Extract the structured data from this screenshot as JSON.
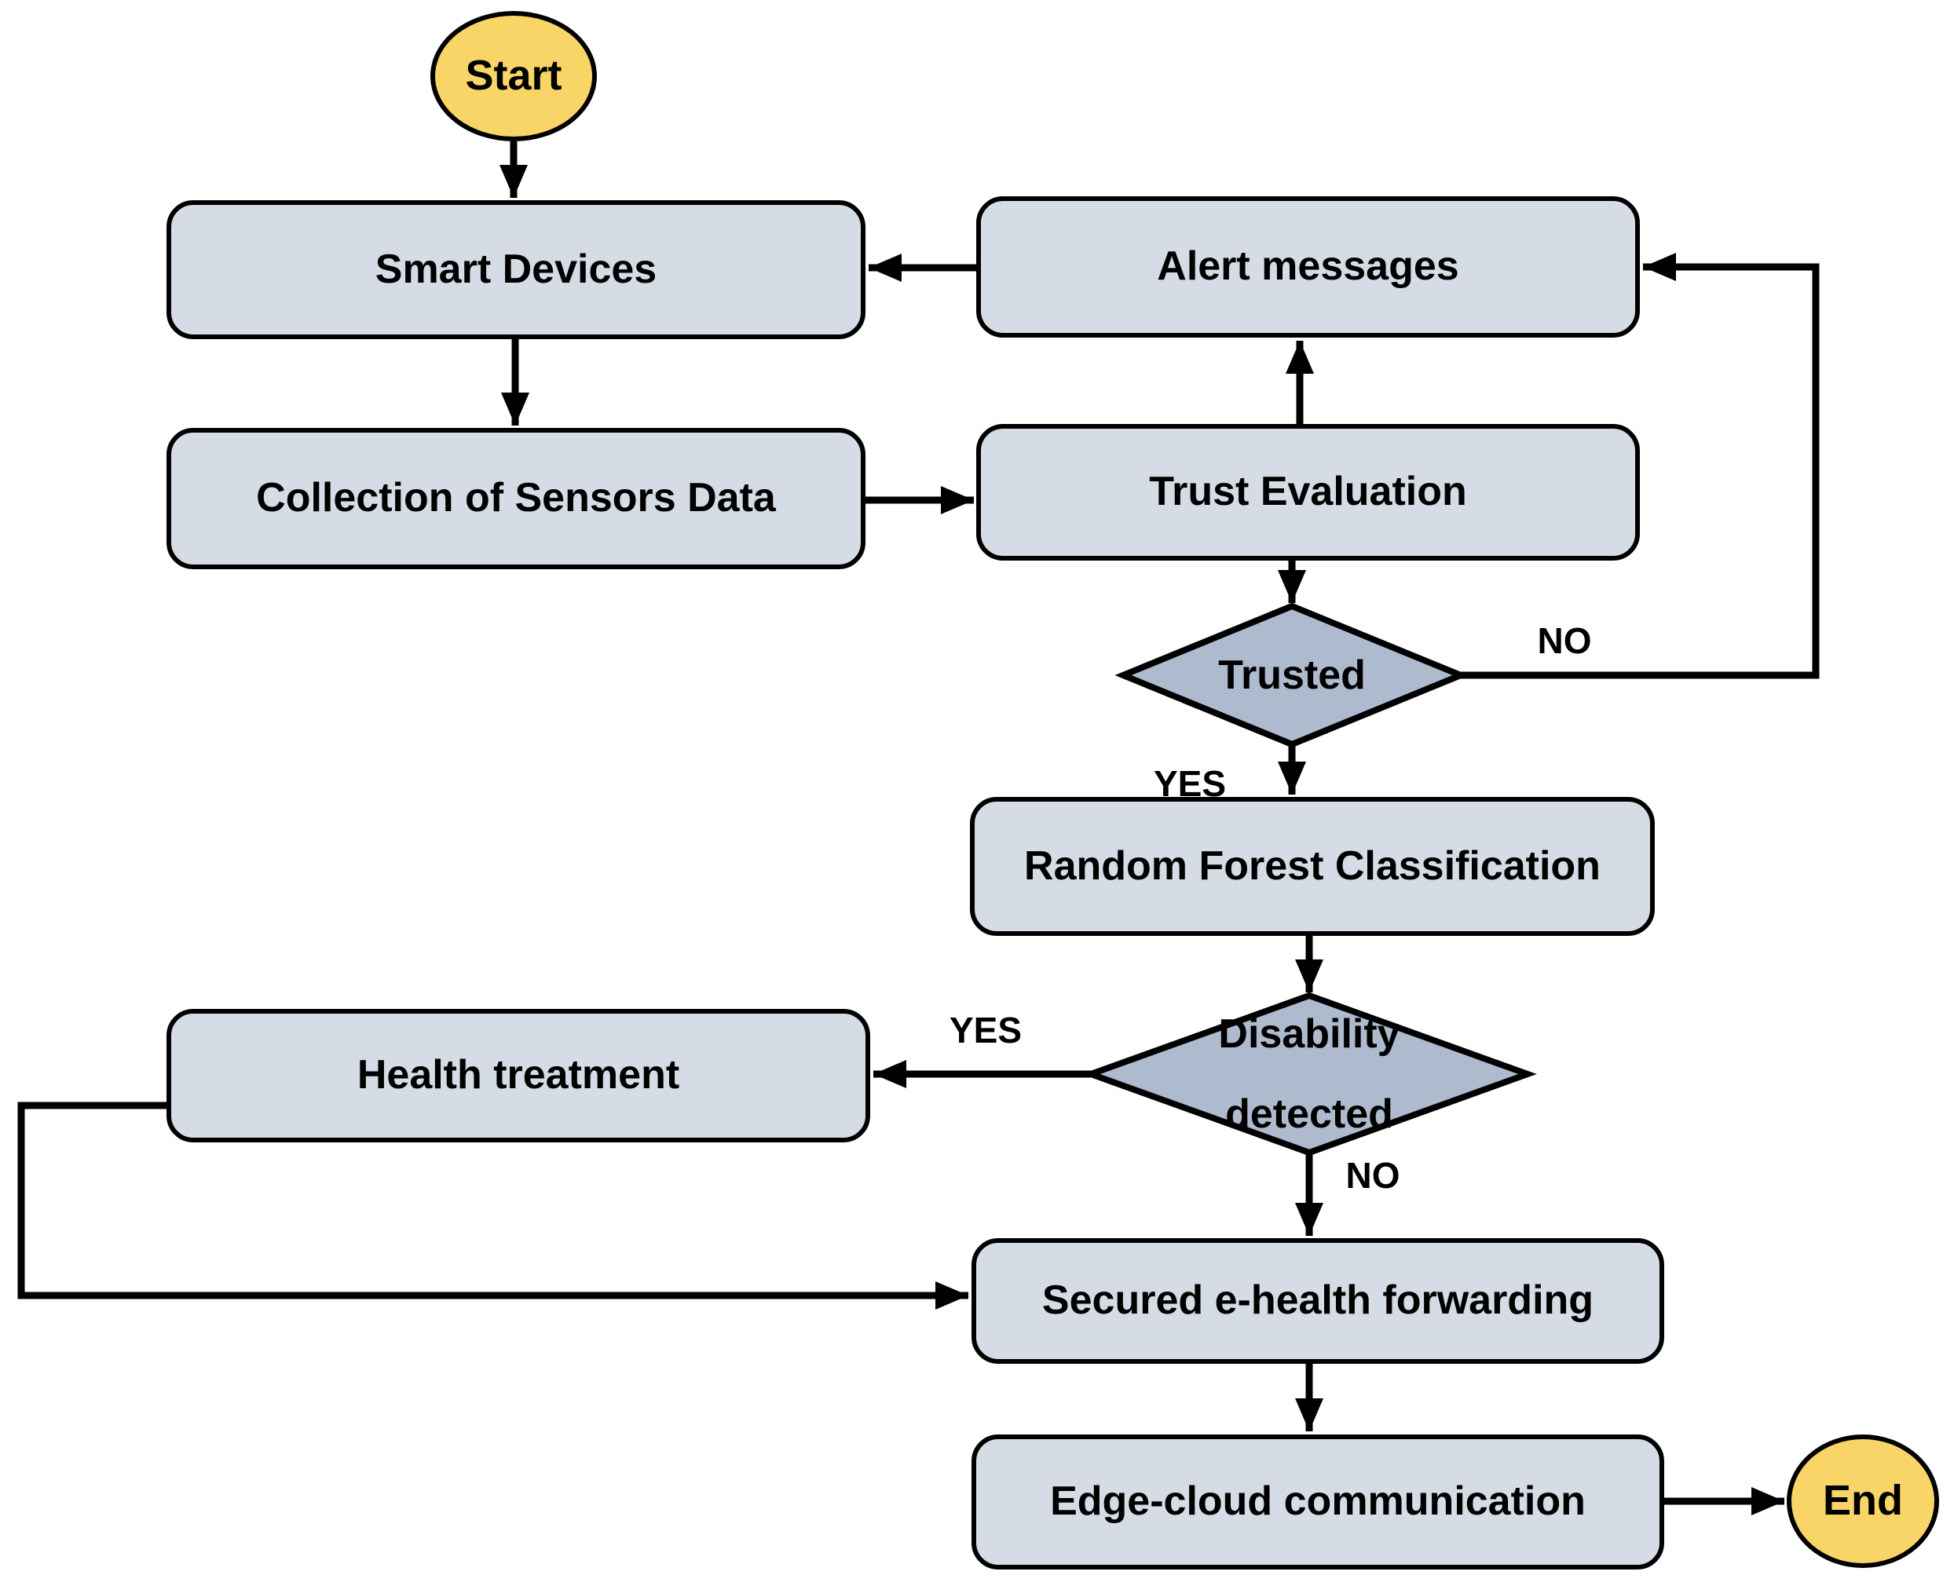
{
  "colors": {
    "background": "#ffffff",
    "process_fill": "#d6dce5",
    "decision_fill": "#aebacd",
    "terminal_fill": "#f8d566",
    "line": "#000000",
    "text": "#000000"
  },
  "nodes": {
    "start": {
      "label": "Start"
    },
    "smart_devices": {
      "label": "Smart Devices"
    },
    "alert_messages": {
      "label": "Alert messages"
    },
    "collection_sensors": {
      "label": "Collection of Sensors Data"
    },
    "trust_evaluation": {
      "label": "Trust Evaluation"
    },
    "trusted": {
      "label": "Trusted"
    },
    "random_forest": {
      "label": "Random Forest Classification"
    },
    "disability": {
      "lines": [
        "Disability",
        "detected"
      ]
    },
    "health_treatment": {
      "label": "Health treatment"
    },
    "secured_forwarding": {
      "label": "Secured e-health forwarding"
    },
    "edge_cloud": {
      "label": "Edge-cloud communication"
    },
    "end": {
      "label": "End"
    }
  },
  "edge_labels": {
    "trusted_no": "NO",
    "trusted_yes": "YES",
    "disability_yes": "YES",
    "disability_no": "NO"
  }
}
